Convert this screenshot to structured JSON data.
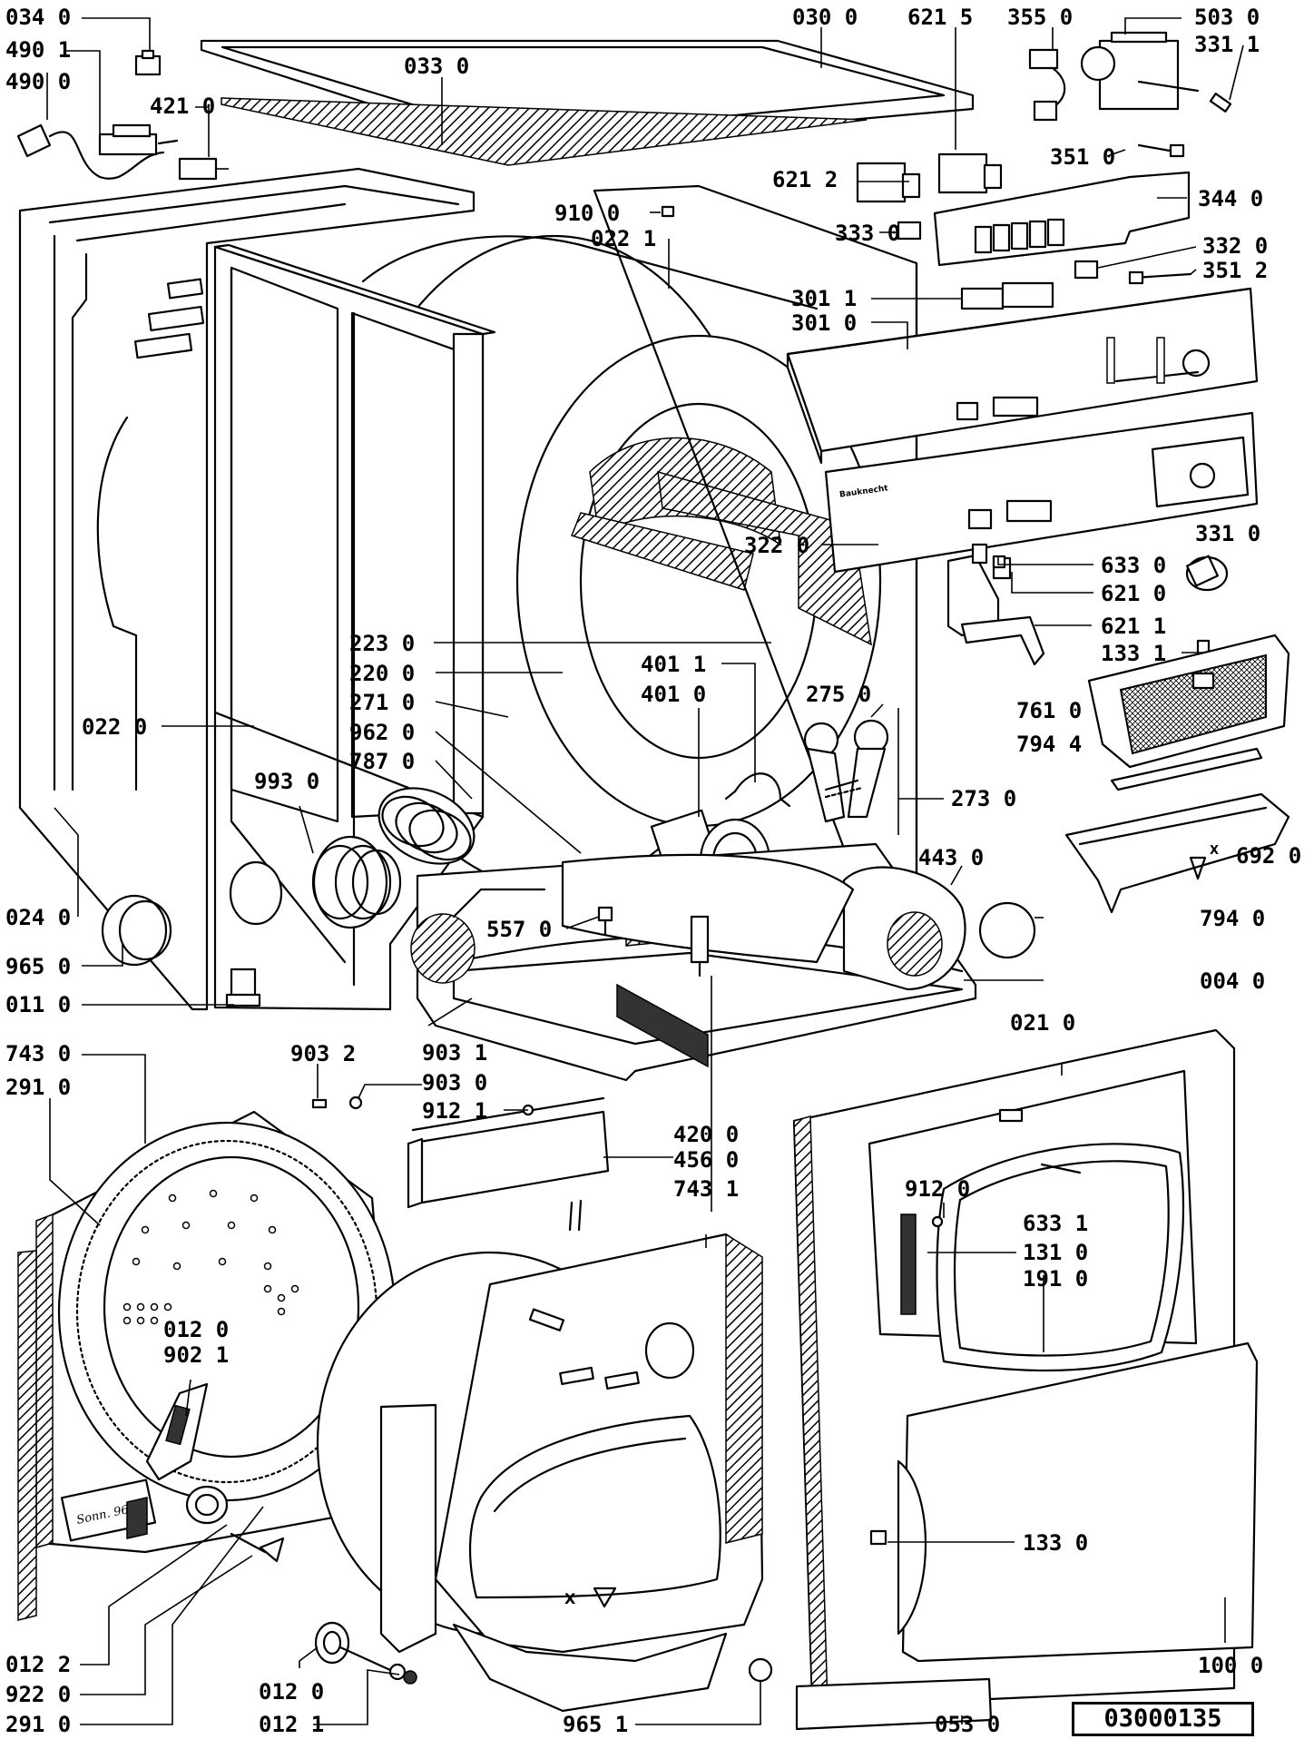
{
  "doc_number": "03000135",
  "callouts": {
    "c_034_0": "034 0",
    "c_490_1": "490 1",
    "c_490_0": "490 0",
    "c_421_0": "421 0",
    "c_033_0": "033 0",
    "c_030_0": "030 0",
    "c_621_5": "621 5",
    "c_355_0": "355 0",
    "c_503_0": "503 0",
    "c_331_1": "331 1",
    "c_351_0": "351 0",
    "c_621_2": "621 2",
    "c_910_0": "910 0",
    "c_022_1": "022 1",
    "c_344_0": "344 0",
    "c_333_0": "333 0",
    "c_332_0": "332 0",
    "c_351_2": "351 2",
    "c_301_1": "301 1",
    "c_301_0": "301 0",
    "c_322_0": "322 0",
    "c_331_0": "331 0",
    "c_633_0": "633 0",
    "c_621_0": "621 0",
    "c_621_1": "621 1",
    "c_133_1": "133 1",
    "c_223_0": "223 0",
    "c_220_0": "220 0",
    "c_271_0": "271 0",
    "c_962_0": "962 0",
    "c_787_0": "787 0",
    "c_401_1": "401 1",
    "c_401_0": "401 0",
    "c_275_0": "275 0",
    "c_761_0": "761 0",
    "c_794_4": "794 4",
    "c_022_0": "022 0",
    "c_993_0": "993 0",
    "c_273_0": "273 0",
    "c_443_0": "443 0",
    "c_692_0": "692 0",
    "c_024_0": "024 0",
    "c_965_0": "965 0",
    "c_557_0": "557 0",
    "c_794_0": "794 0",
    "c_011_0": "011 0",
    "c_004_0": "004 0",
    "c_903_1": "903 1",
    "c_021_0": "021 0",
    "c_743_0": "743 0",
    "c_291_0_top": "291 0",
    "c_903_2": "903 2",
    "c_903_0": "903 0",
    "c_912_1": "912 1",
    "c_420_0": "420 0",
    "c_456_0": "456 0",
    "c_743_1": "743 1",
    "c_912_0": "912 0",
    "c_633_1": "633 1",
    "c_131_0": "131 0",
    "c_191_0": "191 0",
    "c_012_0_a": "012 0",
    "c_902_1": "902 1",
    "c_133_0": "133 0",
    "c_100_0": "100 0",
    "c_012_2": "012 2",
    "c_922_0": "922 0",
    "c_291_0_bot": "291 0",
    "c_012_0_b": "012 0",
    "c_012_1": "012 1",
    "c_965_1": "965 1",
    "c_053_0": "053 0"
  },
  "inline_text": {
    "brand_mark": "Bauknecht",
    "stamp": "Sonn. 96",
    "arrow_mark_a": "X",
    "arrow_mark_b": "X"
  }
}
